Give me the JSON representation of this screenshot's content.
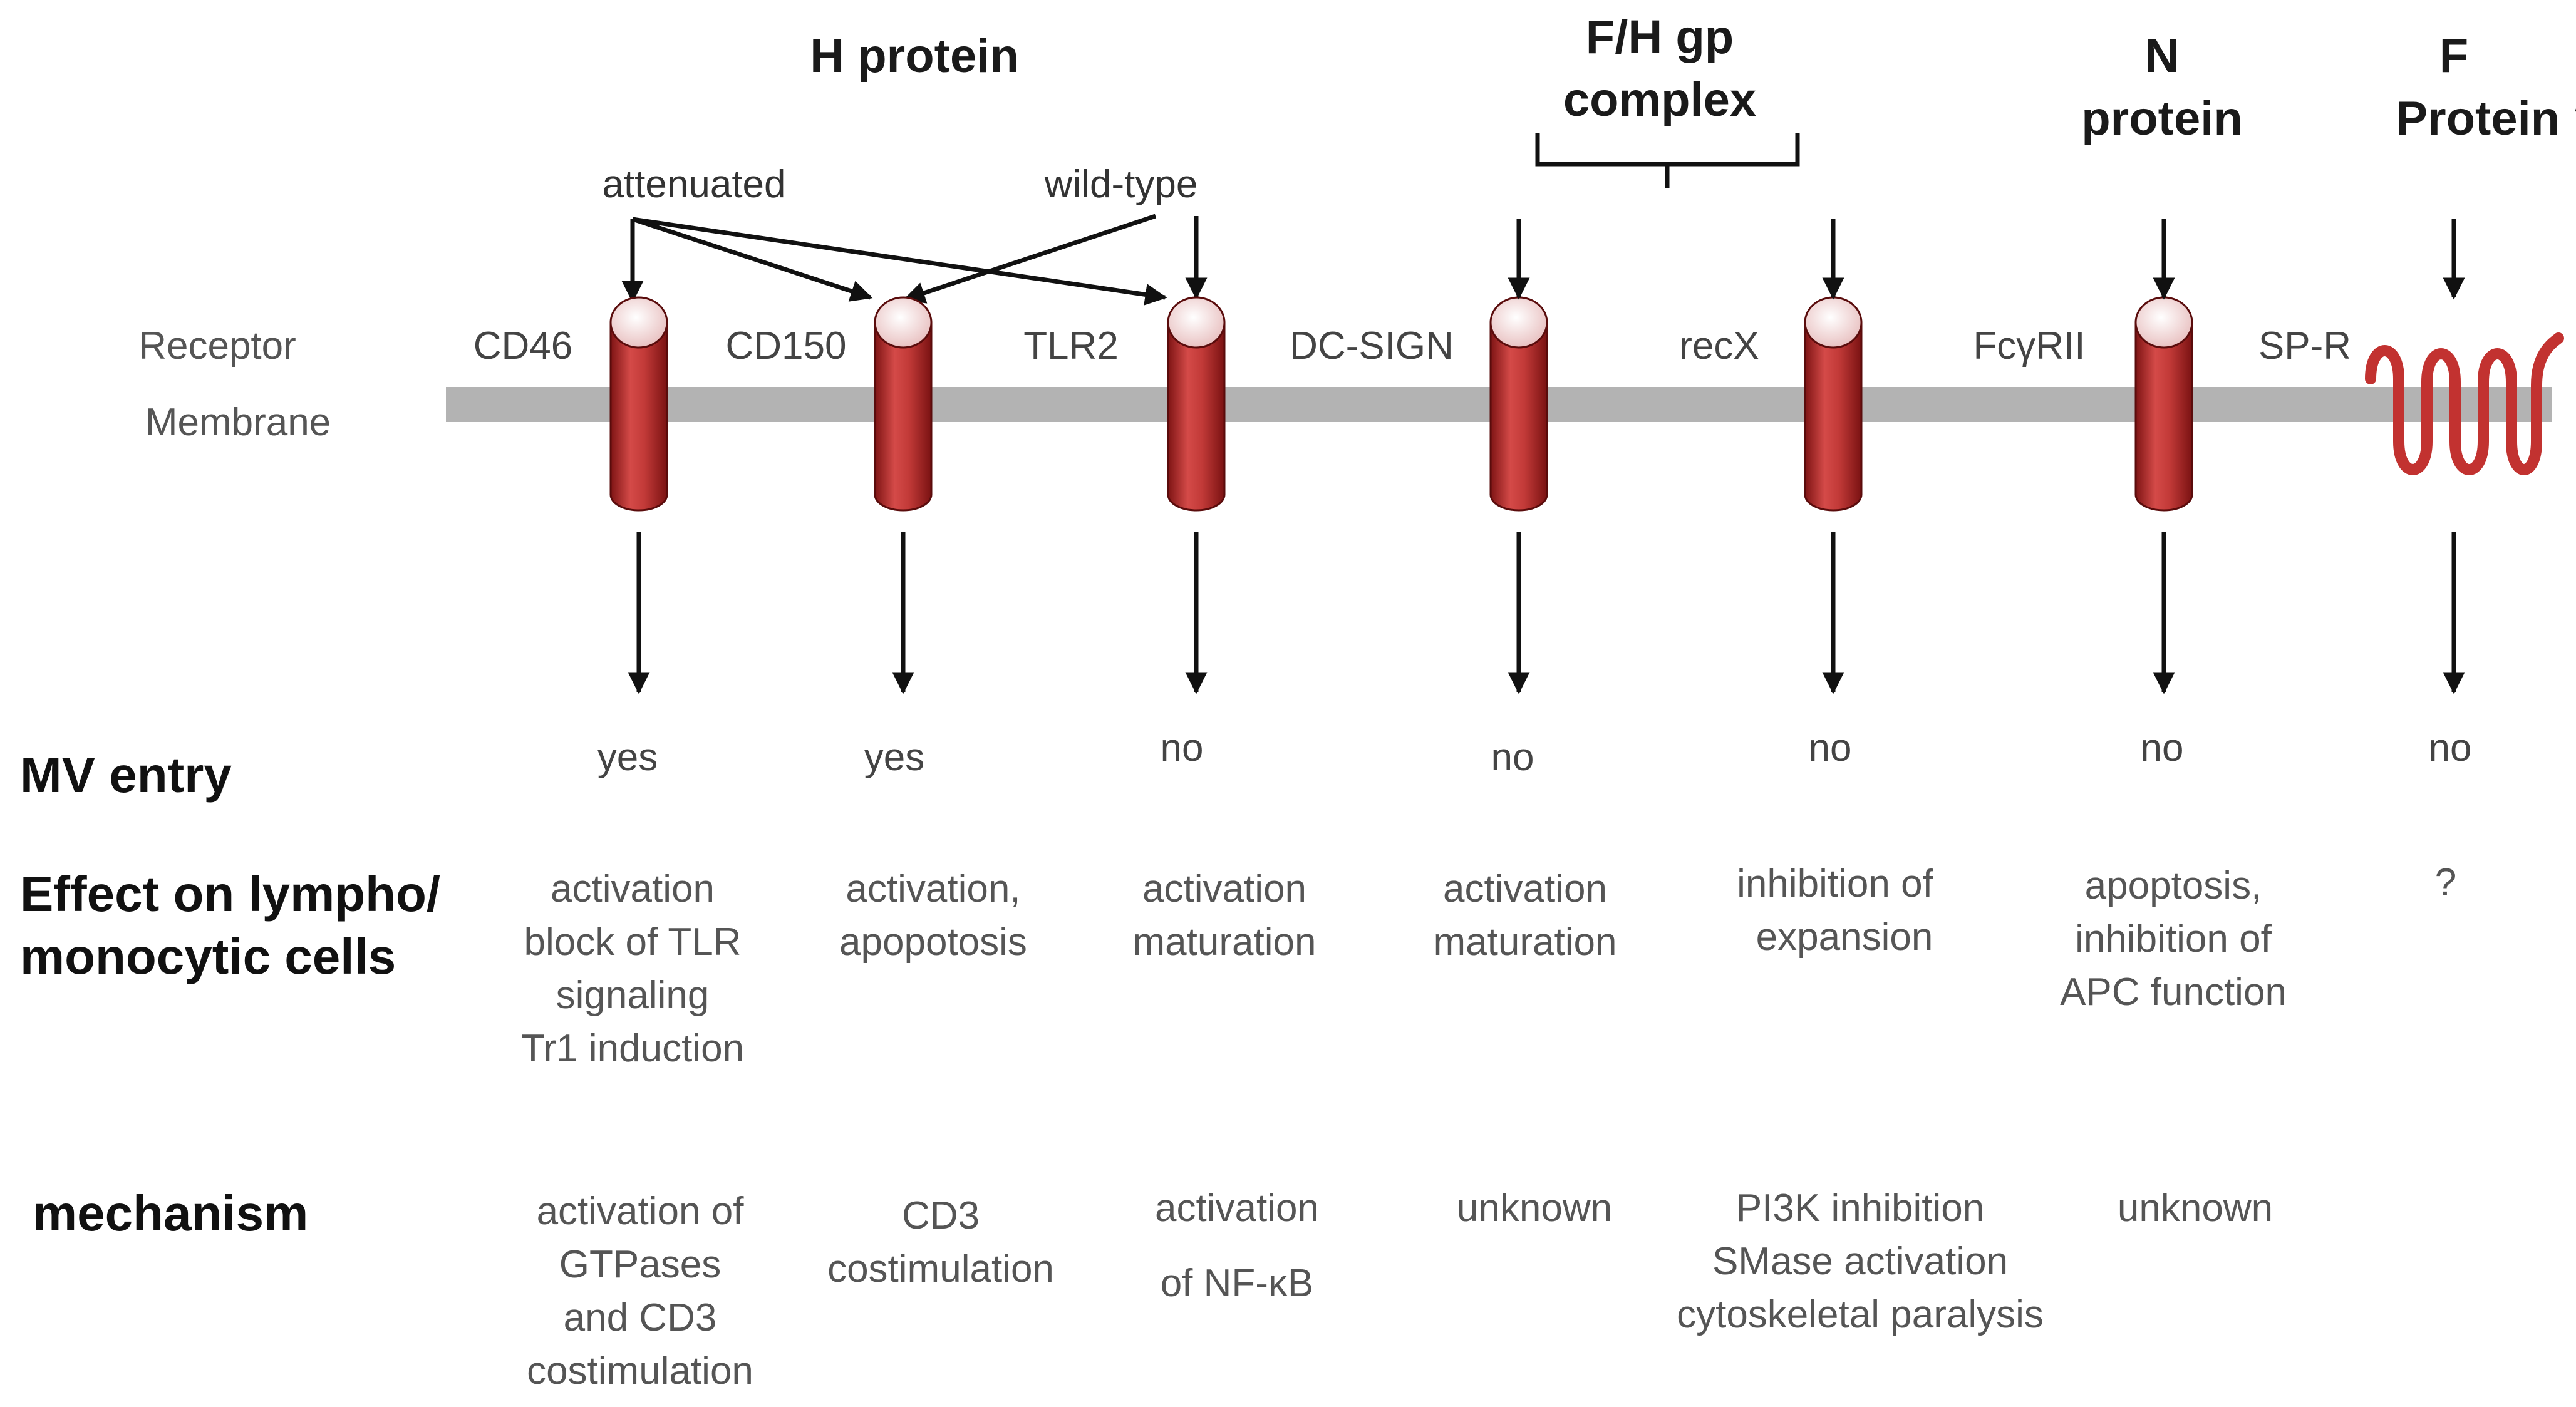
{
  "headers": {
    "h_protein": [
      "H protein"
    ],
    "fh_complex": [
      "F/H gp",
      "complex"
    ],
    "n_protein": [
      "N",
      "protein"
    ],
    "f_protein": [
      "F",
      "Protein ?"
    ]
  },
  "annotations": {
    "attenuated": "attenuated",
    "wild_type": "wild-type"
  },
  "side_labels": {
    "receptor": "Receptor",
    "membrane": "Membrane"
  },
  "row_labels": {
    "mv_entry": [
      "MV entry"
    ],
    "effect": [
      "Effect on lympho/",
      "monocytic cells"
    ],
    "mechanism": [
      "mechanism"
    ]
  },
  "receptors": [
    {
      "name": "CD46",
      "mv_entry": "yes",
      "effect": [
        "activation",
        "block of TLR",
        "signaling",
        "Tr1 induction"
      ],
      "mechanism": [
        "activation of",
        "GTPases",
        "and CD3",
        "costimulation"
      ]
    },
    {
      "name": "CD150",
      "mv_entry": "yes",
      "effect": [
        "activation,",
        "apopotosis"
      ],
      "mechanism": [
        "CD3",
        "costimulation"
      ]
    },
    {
      "name": "TLR2",
      "mv_entry": "no",
      "effect": [
        "activation",
        "maturation"
      ],
      "mechanism": [
        "activation",
        "of NF-κB"
      ]
    },
    {
      "name": "DC-SIGN",
      "mv_entry": "no",
      "effect": [
        "activation",
        "maturation"
      ],
      "mechanism": [
        "unknown"
      ]
    },
    {
      "name": "recX",
      "mv_entry": "no",
      "effect": [
        "inhibition of",
        "expansion"
      ],
      "mechanism": [
        "PI3K inhibition",
        "SMase activation",
        "cytoskeletal paralysis"
      ]
    },
    {
      "name": "FcγRII",
      "mv_entry": "no",
      "effect": [
        "apoptosis,",
        "inhibition of",
        "APC function"
      ],
      "mechanism": [
        "unknown"
      ]
    },
    {
      "name": "SP-R",
      "mv_entry": "no",
      "effect": [
        "?"
      ],
      "mechanism": []
    }
  ],
  "colors": {
    "membrane": "#b3b3b3",
    "receptor_fill": "#b52c2c",
    "receptor_cap": "#f7dede",
    "arrow": "#111111"
  },
  "icons": {
    "receptor": "cylinder-receptor-icon",
    "sp_r": "coiled-receptor-icon"
  }
}
